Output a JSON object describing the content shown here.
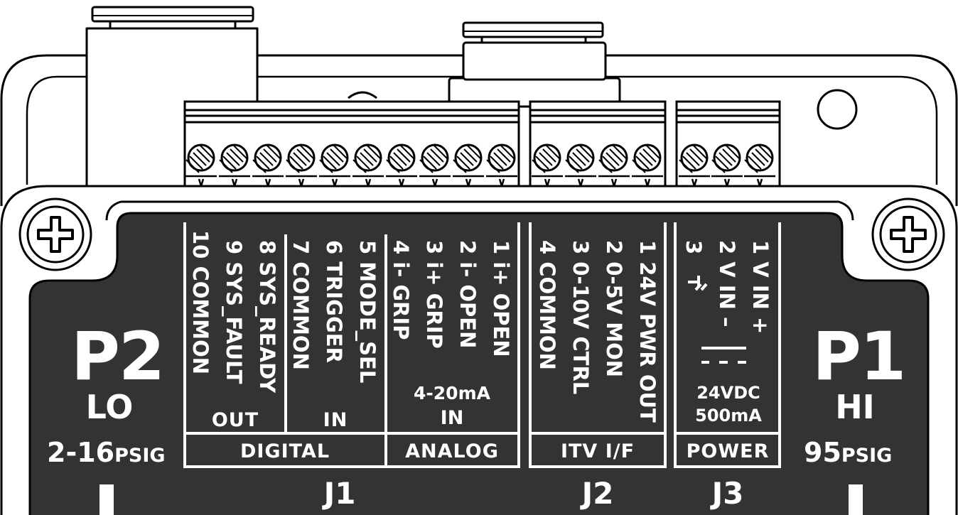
{
  "ports": {
    "p2": {
      "name": "P2",
      "sub": "LO",
      "pressure": "2-16",
      "unit": "PSIG"
    },
    "p1": {
      "name": "P1",
      "sub": "HI",
      "pressure": "95",
      "unit": "PSIG"
    }
  },
  "connectors": {
    "j1": "J1",
    "j2": "J2",
    "j3": "J3"
  },
  "groups": {
    "digital": "DIGITAL",
    "analog": "ANALOG",
    "itv": "ITV I/F",
    "power": "POWER"
  },
  "subgroups": {
    "out": "OUT",
    "in": "IN",
    "analog_range": "4-20mA",
    "analog_in": "IN",
    "power_voltage": "24VDC",
    "power_current": "500mA"
  },
  "j1_pins": [
    "1 i+ OPEN",
    "2 i-  OPEN",
    "3 i+ GRIP",
    "4 i-  GRIP",
    "5 MODE_SEL",
    "6 TRIGGER",
    "7 COMMON",
    "8 SYS_READY",
    "9 SYS_FAULT",
    "10 COMMON"
  ],
  "j2_pins": [
    "1 24V PWR OUT",
    "2 0-5V  MON",
    "3 0-10V CTRL",
    "4 COMMON"
  ],
  "j3_pins": [
    "1 V IN +",
    "2 V IN –",
    "3"
  ],
  "icons": {
    "ground": "ground-symbol-icon",
    "dc": "dc-symbol-icon",
    "screw": "phillips-screw-icon",
    "terminal": "terminal-screw-icon"
  },
  "colors": {
    "panel": "#333333",
    "line": "#000000",
    "text": "#ffffff",
    "body": "#ffffff"
  }
}
